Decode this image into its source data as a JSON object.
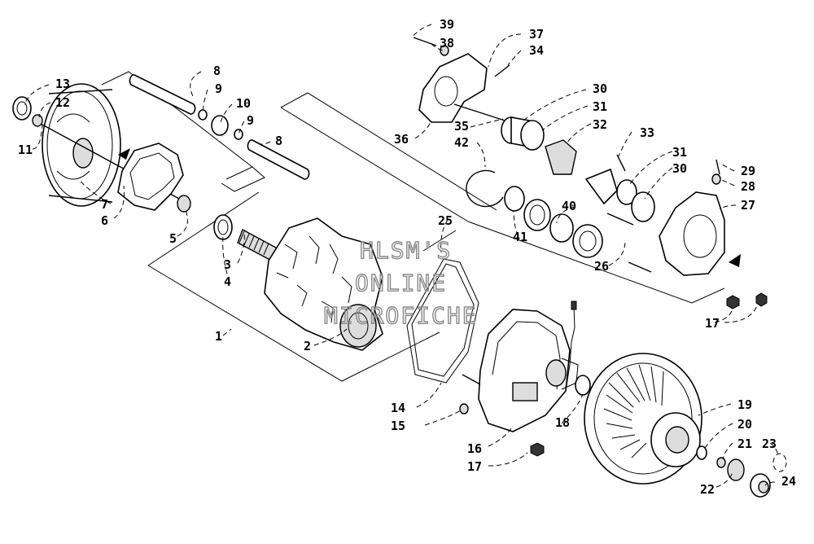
{
  "watermark": {
    "line1": "HLSM'S",
    "line2": "ONLINE",
    "line3": "MICROFICHE"
  },
  "callouts": [
    {
      "id": "c13",
      "text": "13"
    },
    {
      "id": "c12",
      "text": "12"
    },
    {
      "id": "c11",
      "text": "11"
    },
    {
      "id": "c7",
      "text": "7"
    },
    {
      "id": "c6",
      "text": "6"
    },
    {
      "id": "c5",
      "text": "5"
    },
    {
      "id": "c8a",
      "text": "8"
    },
    {
      "id": "c9a",
      "text": "9"
    },
    {
      "id": "c10",
      "text": "10"
    },
    {
      "id": "c9b",
      "text": "9"
    },
    {
      "id": "c8b",
      "text": "8"
    },
    {
      "id": "c3",
      "text": "3"
    },
    {
      "id": "c4",
      "text": "4"
    },
    {
      "id": "c1",
      "text": "1"
    },
    {
      "id": "c2",
      "text": "2"
    },
    {
      "id": "c39",
      "text": "39"
    },
    {
      "id": "c38",
      "text": "38"
    },
    {
      "id": "c37",
      "text": "37"
    },
    {
      "id": "c34",
      "text": "34"
    },
    {
      "id": "c36",
      "text": "36"
    },
    {
      "id": "c35",
      "text": "35"
    },
    {
      "id": "c30a",
      "text": "30"
    },
    {
      "id": "c31a",
      "text": "31"
    },
    {
      "id": "c32",
      "text": "32"
    },
    {
      "id": "c33",
      "text": "33"
    },
    {
      "id": "c42",
      "text": "42"
    },
    {
      "id": "c31b",
      "text": "31"
    },
    {
      "id": "c30b",
      "text": "30"
    },
    {
      "id": "c29",
      "text": "29"
    },
    {
      "id": "c28",
      "text": "28"
    },
    {
      "id": "c27",
      "text": "27"
    },
    {
      "id": "c40",
      "text": "40"
    },
    {
      "id": "c41",
      "text": "41"
    },
    {
      "id": "c26",
      "text": "26"
    },
    {
      "id": "c25",
      "text": "25"
    },
    {
      "id": "c17a",
      "text": "17"
    },
    {
      "id": "c14",
      "text": "14"
    },
    {
      "id": "c15",
      "text": "15"
    },
    {
      "id": "c16",
      "text": "16"
    },
    {
      "id": "c17b",
      "text": "17"
    },
    {
      "id": "c18",
      "text": "18"
    },
    {
      "id": "c19",
      "text": "19"
    },
    {
      "id": "c20",
      "text": "20"
    },
    {
      "id": "c21",
      "text": "21"
    },
    {
      "id": "c23",
      "text": "23"
    },
    {
      "id": "c22",
      "text": "22"
    },
    {
      "id": "c24",
      "text": "24"
    }
  ]
}
